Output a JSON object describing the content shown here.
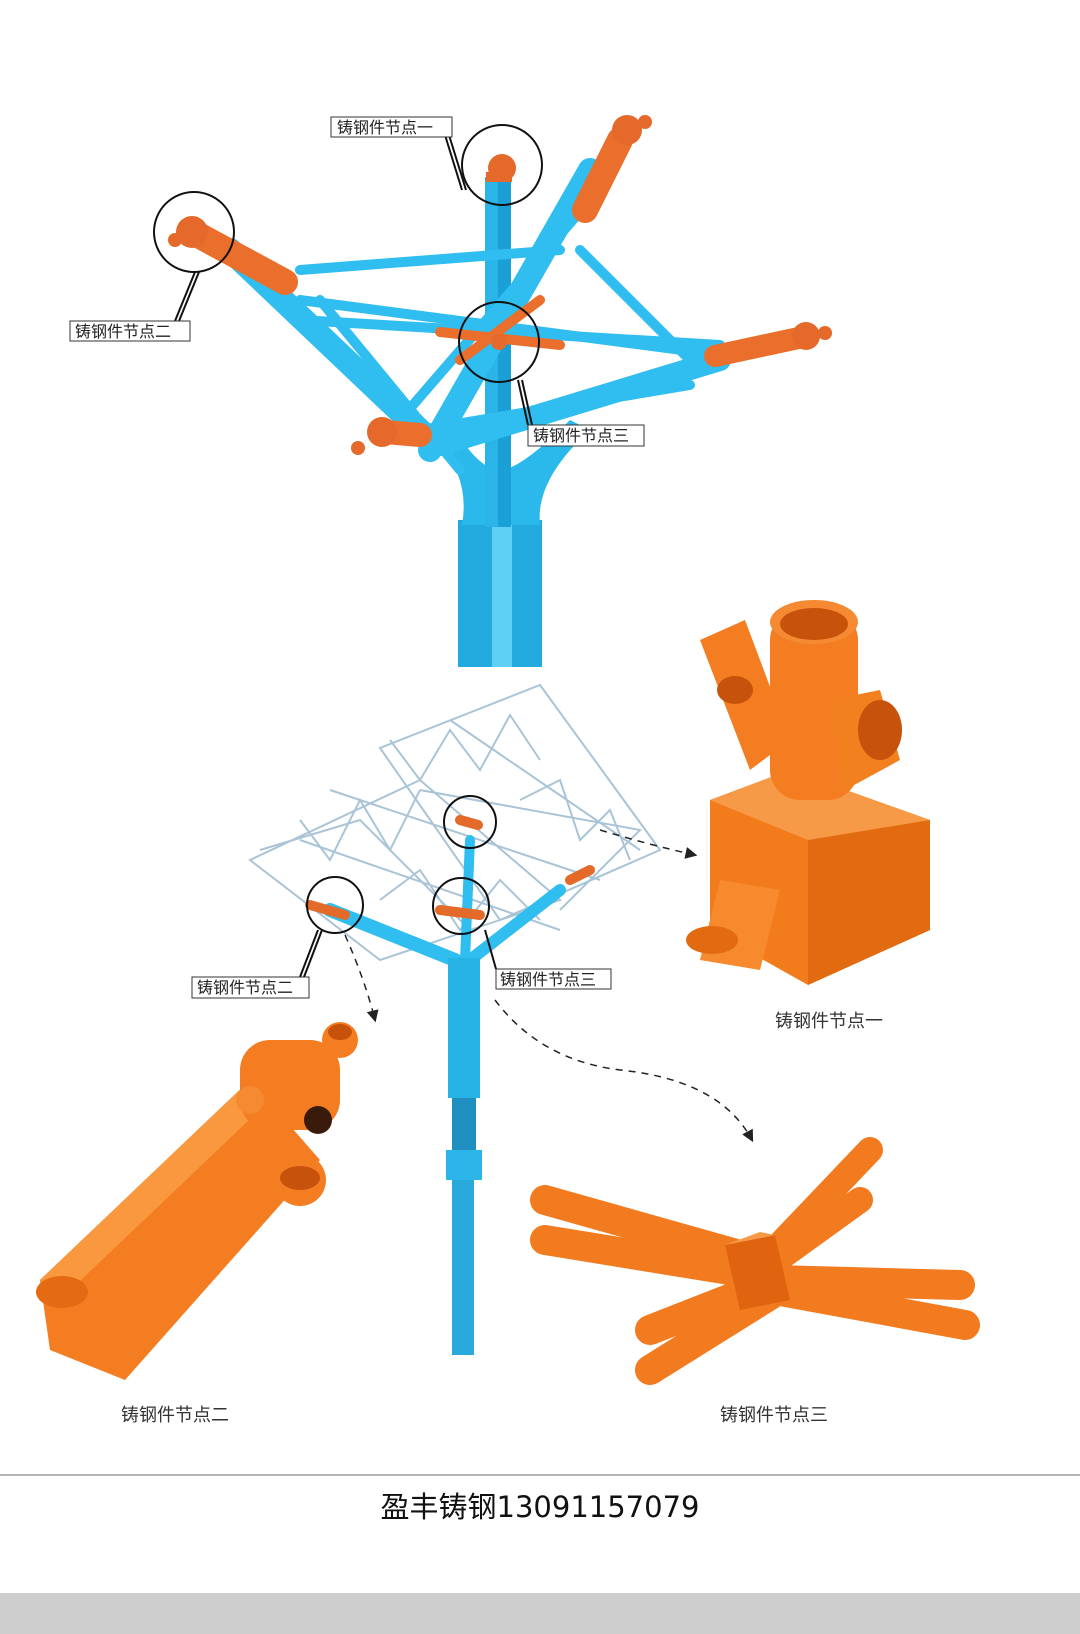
{
  "diagram": {
    "top_view": {
      "labels": [
        "铸钢件节点一",
        "铸钢件节点二",
        "铸钢件节点三"
      ]
    },
    "middle_view": {
      "labels": [
        "铸钢件节点二",
        "铸钢件节点三"
      ]
    },
    "details": {
      "node1_caption": "铸钢件节点一",
      "node2_caption": "铸钢件节点二",
      "node3_caption": "铸钢件节点三"
    },
    "colors": {
      "steel": "#27b7ea",
      "cast": "#f07a2a",
      "cast_dark": "#d86420"
    }
  },
  "footer": {
    "text": "盈丰铸钢13091157079"
  }
}
